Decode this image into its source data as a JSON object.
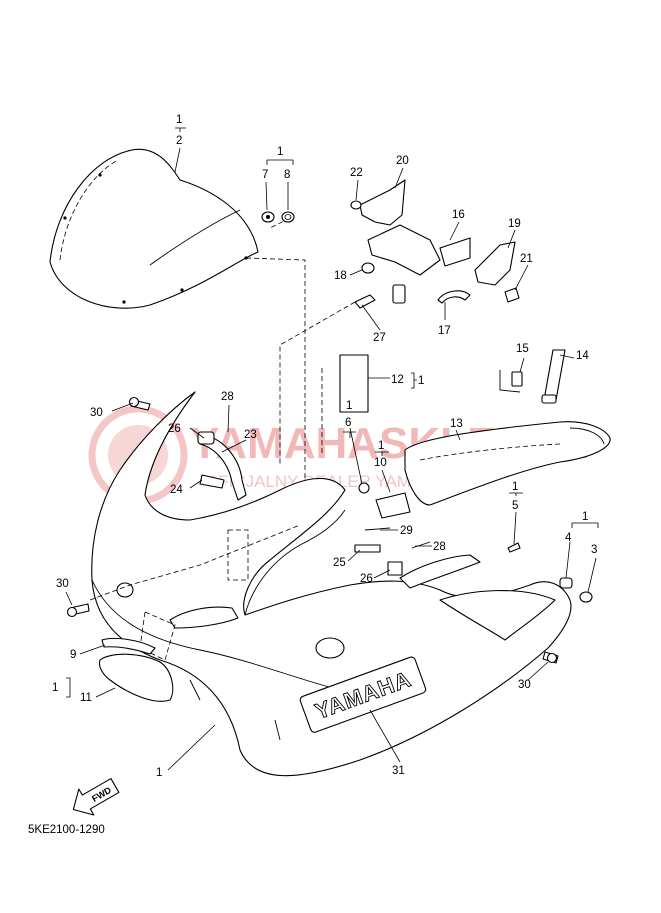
{
  "diagram_code": "5KE2100-1290",
  "watermark": {
    "brand": "YAMAHASKLEP.PL",
    "subtitle": "OFICJALNY DEALER YAMAHA"
  },
  "direction_label": "FWD",
  "decal_text": "YAMAHA",
  "labels": {
    "windshield_group": "1",
    "windshield": "2",
    "nut_group": "1",
    "nut7": "7",
    "nut8": "8",
    "p22": "22",
    "p20": "20",
    "p16": "16",
    "p19": "19",
    "p18": "18",
    "p21": "21",
    "p17": "17",
    "p27": "27",
    "p15": "15",
    "p14": "14",
    "p12": "12",
    "p12_group": "1",
    "p13": "13",
    "p28a": "28",
    "p30a": "30",
    "p23": "23",
    "p26a": "26",
    "p24": "24",
    "g6": "1",
    "p6": "6",
    "g10": "1",
    "p10": "10",
    "g5": "1",
    "p5": "5",
    "g43": "1",
    "p4": "4",
    "p3": "3",
    "p29": "29",
    "p28b": "28",
    "p25": "25",
    "p26b": "26",
    "p30b": "30",
    "p9": "9",
    "g9": "1",
    "p11": "11",
    "p30c": "30",
    "p1": "1",
    "p31": "31"
  }
}
